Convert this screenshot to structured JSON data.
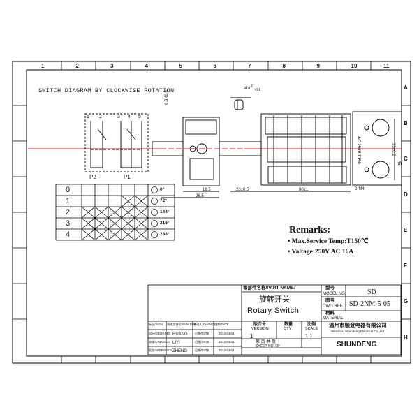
{
  "grid": {
    "columns": [
      "1",
      "2",
      "3",
      "4",
      "5",
      "6",
      "7",
      "8",
      "9",
      "10",
      "11"
    ],
    "rows": [
      "A",
      "B",
      "C",
      "D",
      "E",
      "F",
      "G",
      "H"
    ]
  },
  "diagram": {
    "title": "SWITCH DIAGRAM BY CLOCKWISE ROTATION",
    "pins": [
      "1",
      "2",
      "3",
      "4",
      "5"
    ],
    "pole_labels": [
      "P2",
      "P1"
    ],
    "positions": [
      {
        "label": "0",
        "angle": "0°",
        "marks": [
          0,
          0,
          0,
          0,
          0
        ]
      },
      {
        "label": "1",
        "angle": "72°",
        "marks": [
          0,
          0,
          0,
          1,
          1
        ]
      },
      {
        "label": "2",
        "angle": "144°",
        "marks": [
          1,
          1,
          1,
          1,
          1
        ]
      },
      {
        "label": "3",
        "angle": "216°",
        "marks": [
          1,
          1,
          1,
          1,
          1
        ]
      },
      {
        "label": "4",
        "angle": "288°",
        "marks": [
          1,
          1,
          1,
          1,
          1
        ]
      }
    ]
  },
  "dimensions": {
    "flat": "6.3X0.8",
    "shaft_tol": "4.8",
    "shaft_tol_sup": "0",
    "shaft_tol_sub": "-0.1",
    "d1": "18.5",
    "d2": "26.5",
    "d3": "23±0.5",
    "d4": "80±1",
    "d5": "2-M4",
    "d6": "35±0.2",
    "d7": "45",
    "side_text": "AC 250V T150"
  },
  "remarks": {
    "title": "Remarks:",
    "lines": [
      "• Max.Service Temp:T150℃",
      "• Valtage:250V  AC  16A"
    ]
  },
  "title_block": {
    "part_name_label": "零部件名称/PART NAME:",
    "part_name_cn": "旋转开关",
    "part_name_en": "Rotary Switch",
    "model_label_cn": "型号",
    "model_label_en": "MODEL NO.",
    "model_value": "SD",
    "dwg_label_cn": "图号",
    "dwg_label_en": "DWG REF.",
    "dwg_value": "SD-2NM-5-05",
    "material_label_cn": "材料",
    "material_label_en": "MATERIAL",
    "company_cn": "温州市顺登电器有限公司",
    "company_en": "Wenzhou Shundeng Electrical Co.,Ltd",
    "brand": "SHUNDENG",
    "header_row": [
      "标记/SIGN",
      "更改文件号/NUM DES",
      "更改人/CHANGES",
      "日期/DATE"
    ],
    "version_label_cn": "版次号",
    "version_label_en": "VERSION",
    "version_value": "1",
    "qty_label_cn": "数量",
    "qty_label_en": "QTY",
    "scale_label_cn": "比例",
    "scale_label_en": "SCALE",
    "scale_value": "1:1",
    "sheet_label": "第   页  共   页",
    "sheet_label_en": "SHEET NO.   OF",
    "sign_rows": [
      {
        "role": "设计/DESIGNED",
        "name": "HUANG",
        "date_label": "日期/DATE",
        "date": "2012.04.01"
      },
      {
        "role": "审核/CHECKED",
        "name": "LIYI",
        "date_label": "日期/DATE",
        "date": "2012.04.01"
      },
      {
        "role": "批准/APPROVED",
        "name": "ZHENG",
        "date_label": "日期/DATE",
        "date": "2012.04.01"
      }
    ]
  }
}
